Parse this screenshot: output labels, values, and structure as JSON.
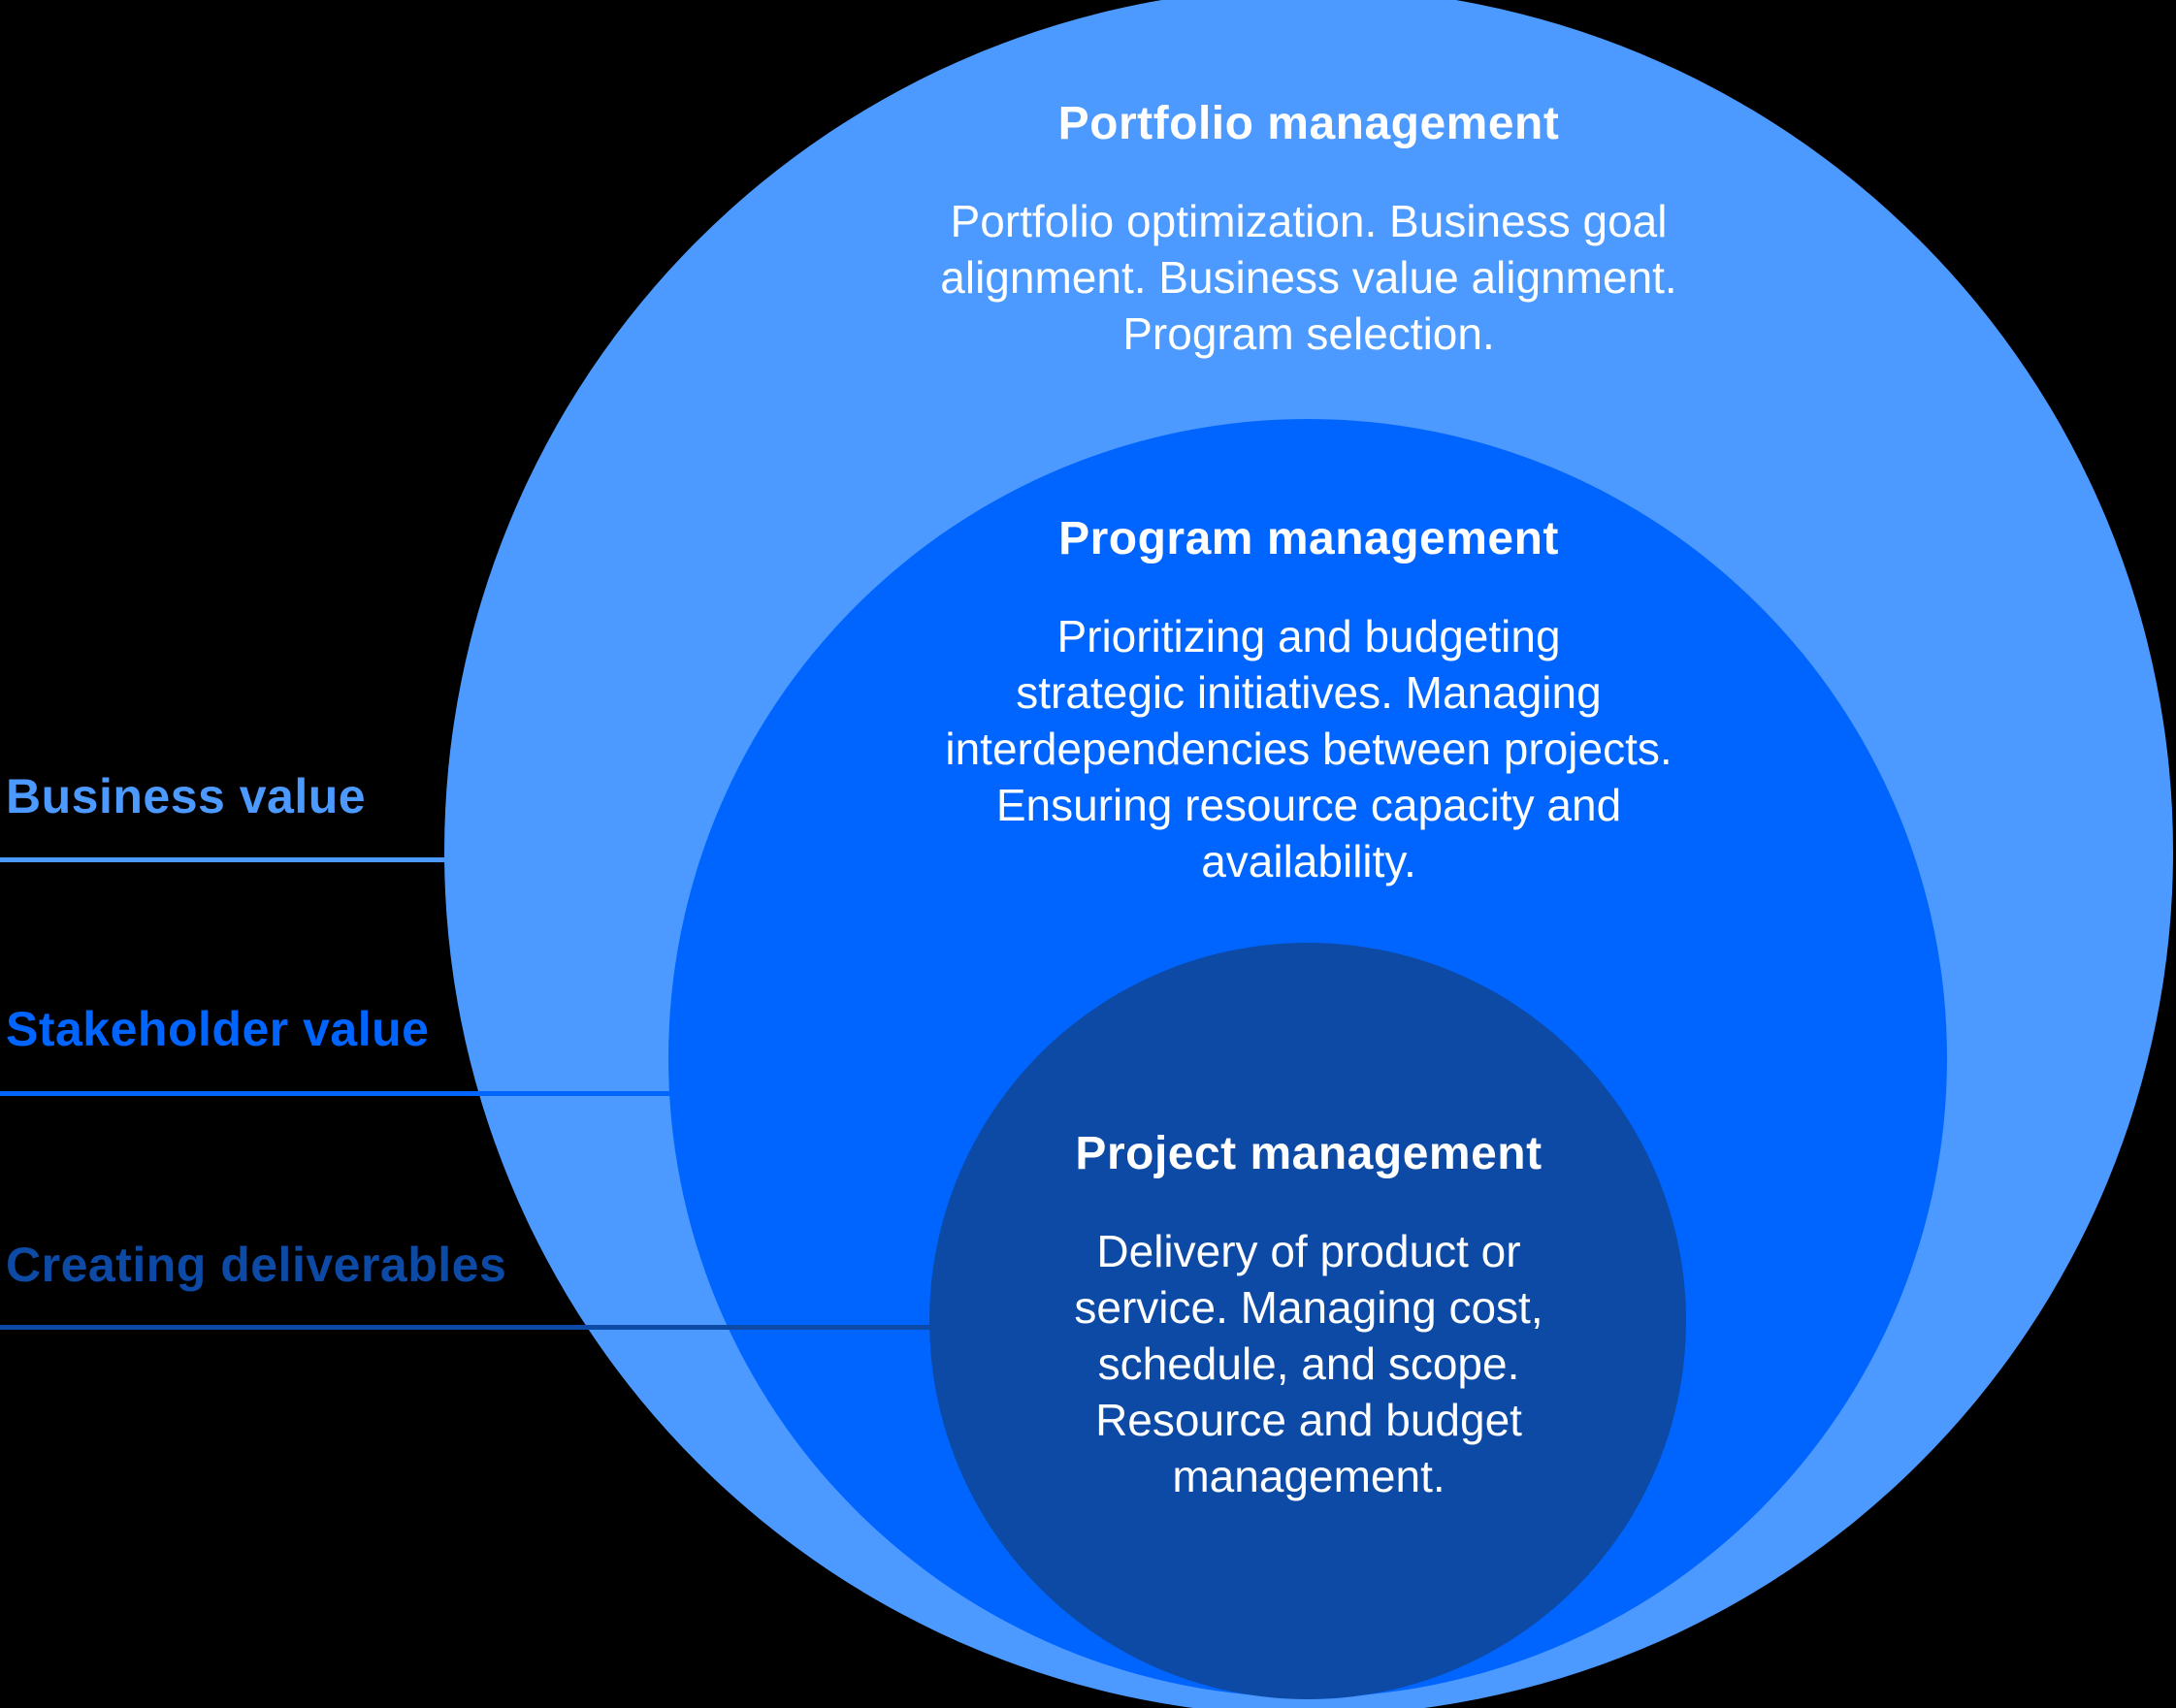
{
  "diagram": {
    "background_color": "#000000",
    "text_color": "#FFFFFF",
    "rings": [
      {
        "name": "Portfolio management",
        "color": "#4C9AFF",
        "lines": [
          "Portfolio optimization. Business goal",
          "alignment. Business value alignment.",
          "Program selection."
        ]
      },
      {
        "name": "Program management",
        "color": "#0065FF",
        "lines": [
          "Prioritizing and budgeting",
          "strategic initiatives. Managing",
          "interdependencies between projects.",
          "Ensuring resource capacity and",
          "availability."
        ]
      },
      {
        "name": "Project management",
        "color": "#0C4AA6",
        "lines": [
          "Delivery of product or",
          "service. Managing cost,",
          "schedule, and scope.",
          "Resource and budget",
          "management."
        ]
      }
    ],
    "side_labels": [
      {
        "text": "Business value",
        "color": "#4C9AFF"
      },
      {
        "text": "Stakeholder value",
        "color": "#0065FF"
      },
      {
        "text": "Creating deliverables",
        "color": "#0C4AA6"
      }
    ]
  }
}
